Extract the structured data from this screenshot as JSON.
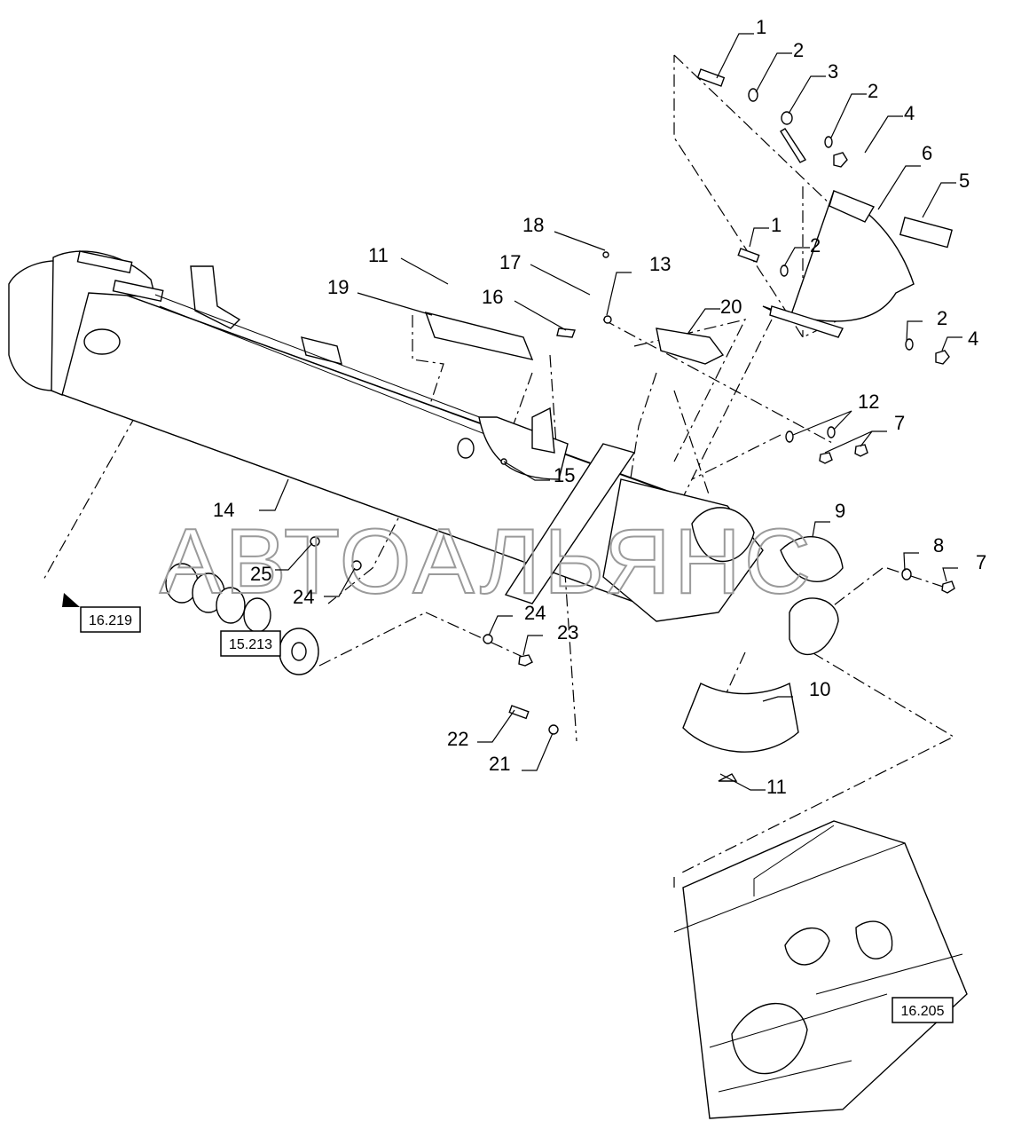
{
  "watermark": "АВТОАЛЬЯНС",
  "callouts": {
    "c1a": "1",
    "c2a": "2",
    "c3": "3",
    "c2b": "2",
    "c4a": "4",
    "c6": "6",
    "c5": "5",
    "c18": "18",
    "c11a": "11",
    "c17": "17",
    "c19": "19",
    "c16": "16",
    "c13": "13",
    "c1b": "1",
    "c2c": "2",
    "c20": "20",
    "c2d": "2",
    "c4b": "4",
    "c12": "12",
    "c7a": "7",
    "c15": "15",
    "c14": "14",
    "c9": "9",
    "c8": "8",
    "c7b": "7",
    "c25": "25",
    "c24a": "24",
    "c24b": "24",
    "c23": "23",
    "c10": "10",
    "c22": "22",
    "c21": "21",
    "c11b": "11"
  },
  "references": {
    "r16_219": "16.219",
    "r15_213": "15.213",
    "r16_205": "16.205"
  }
}
